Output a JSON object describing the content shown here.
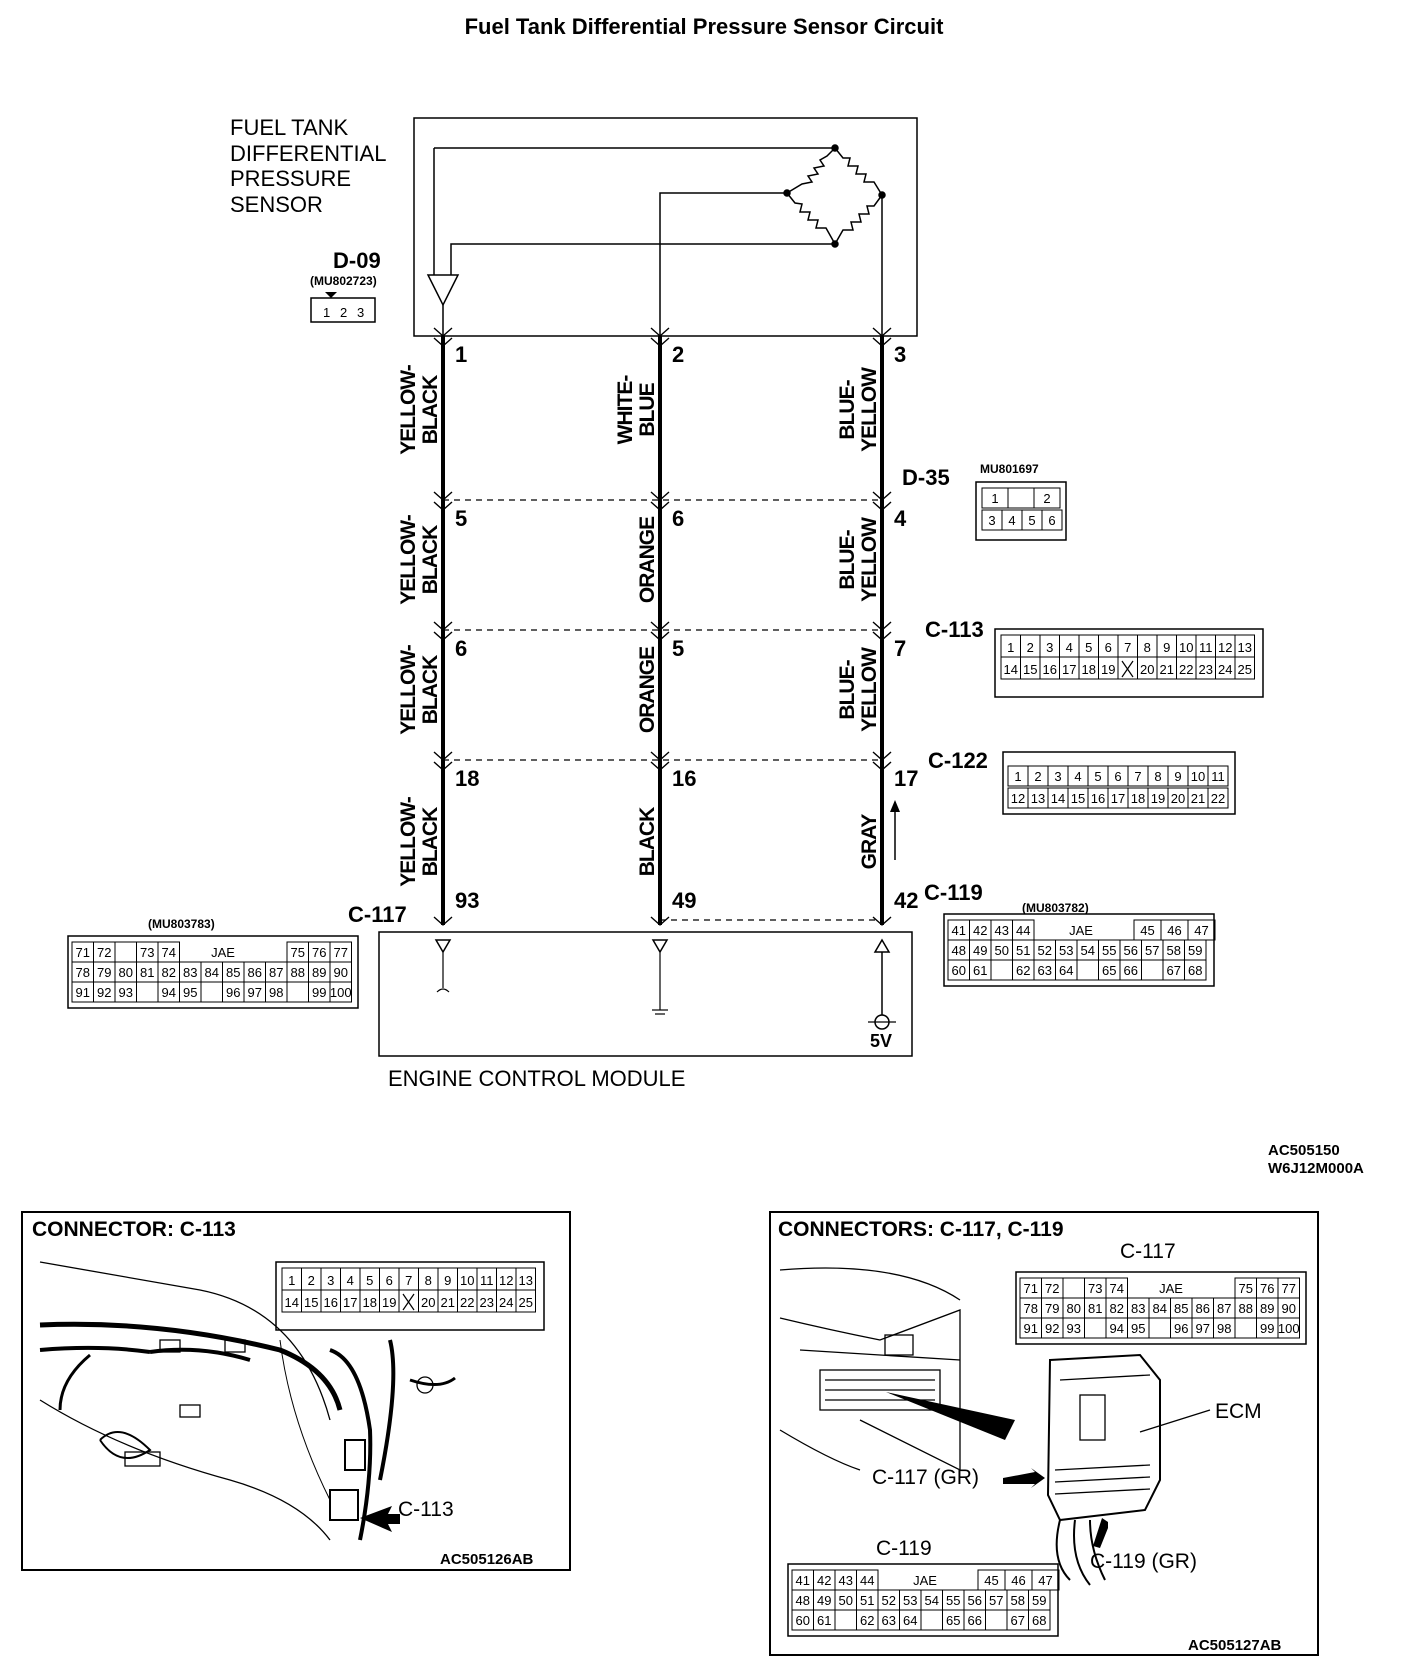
{
  "title": "Fuel Tank Differential Pressure Sensor Circuit",
  "sensor": {
    "label_lines": [
      "FUEL TANK",
      "DIFFERENTIAL",
      "PRESSURE",
      "SENSOR"
    ],
    "connector_id": "D-09",
    "connector_part": "(MU802723)",
    "connector_pins": [
      "1",
      "2",
      "3"
    ]
  },
  "ecm_label": "ENGINE CONTROL MODULE",
  "ecm_5v": "5V",
  "wires": [
    {
      "segments": [
        {
          "pin": "1",
          "color": [
            "YELLOW-",
            "BLACK"
          ]
        },
        {
          "pin": "5",
          "color": [
            "YELLOW-",
            "BLACK"
          ]
        },
        {
          "pin": "6",
          "color": [
            "YELLOW-",
            "BLACK"
          ]
        },
        {
          "pin": "18",
          "color": [
            "YELLOW-",
            "BLACK"
          ]
        }
      ],
      "ecm_pin": "93"
    },
    {
      "segments": [
        {
          "pin": "2",
          "color": [
            "WHITE-",
            "BLUE"
          ]
        },
        {
          "pin": "6",
          "color": [
            "ORANGE"
          ]
        },
        {
          "pin": "5",
          "color": [
            "ORANGE"
          ]
        },
        {
          "pin": "16",
          "color": [
            "BLACK"
          ]
        }
      ],
      "ecm_pin": "49"
    },
    {
      "segments": [
        {
          "pin": "3",
          "color": [
            "BLUE-",
            "YELLOW"
          ]
        },
        {
          "pin": "4",
          "color": [
            "BLUE-",
            "YELLOW"
          ]
        },
        {
          "pin": "7",
          "color": [
            "BLUE-",
            "YELLOW"
          ]
        },
        {
          "pin": "17",
          "color": [
            "GRAY"
          ]
        }
      ],
      "ecm_pin": "42"
    }
  ],
  "connectors": {
    "d35": {
      "id": "D-35",
      "part": "MU801697",
      "row1": [
        "1",
        "",
        "2"
      ],
      "row2": [
        "3",
        "4",
        "5",
        "6"
      ]
    },
    "c113": {
      "id": "C-113",
      "row1": [
        "1",
        "2",
        "3",
        "4",
        "5",
        "6",
        "7",
        "8",
        "9",
        "10",
        "11",
        "12",
        "13"
      ],
      "row2": [
        "14",
        "15",
        "16",
        "17",
        "18",
        "19",
        "",
        "20",
        "21",
        "22",
        "23",
        "24",
        "25"
      ]
    },
    "c122": {
      "id": "C-122",
      "row1": [
        "1",
        "2",
        "3",
        "4",
        "5",
        "6",
        "7",
        "8",
        "9",
        "10",
        "11"
      ],
      "row2": [
        "12",
        "13",
        "14",
        "15",
        "16",
        "17",
        "18",
        "19",
        "20",
        "21",
        "22"
      ]
    },
    "c117": {
      "id": "C-117",
      "part": "(MU803783)",
      "jae": "JAE",
      "row1": [
        "71",
        "72",
        "",
        "73",
        "74",
        "",
        "",
        "",
        "",
        "75",
        "76",
        "77"
      ],
      "row2": [
        "78",
        "79",
        "80",
        "81",
        "82",
        "83",
        "84",
        "85",
        "86",
        "87",
        "88",
        "89",
        "90"
      ],
      "row3": [
        "91",
        "92",
        "93",
        "",
        "94",
        "95",
        "",
        "96",
        "97",
        "98",
        "",
        "99",
        "100"
      ]
    },
    "c119": {
      "id": "C-119",
      "part": "(MU803782)",
      "jae": "JAE",
      "row1": [
        "41",
        "42",
        "43",
        "44",
        "",
        "",
        "",
        "",
        "45",
        "46",
        "47"
      ],
      "row2": [
        "48",
        "49",
        "50",
        "51",
        "52",
        "53",
        "54",
        "55",
        "56",
        "57",
        "58",
        "59"
      ],
      "row3": [
        "60",
        "61",
        "",
        "62",
        "63",
        "64",
        "",
        "65",
        "66",
        "",
        "67",
        "68"
      ]
    }
  },
  "codes": [
    "AC505150",
    "W6J12M000A"
  ],
  "panel_c113": {
    "title": "CONNECTOR: C-113",
    "callout": "C-113",
    "code": "AC505126AB"
  },
  "panel_c117_119": {
    "title": "CONNECTORS: C-117, C-119",
    "c117_label": "C-117",
    "c119_label": "C-119",
    "ecm": "ECM",
    "c117_gr": "C-117 (GR)",
    "c119_gr": "C-119 (GR)",
    "code": "AC505127AB"
  }
}
